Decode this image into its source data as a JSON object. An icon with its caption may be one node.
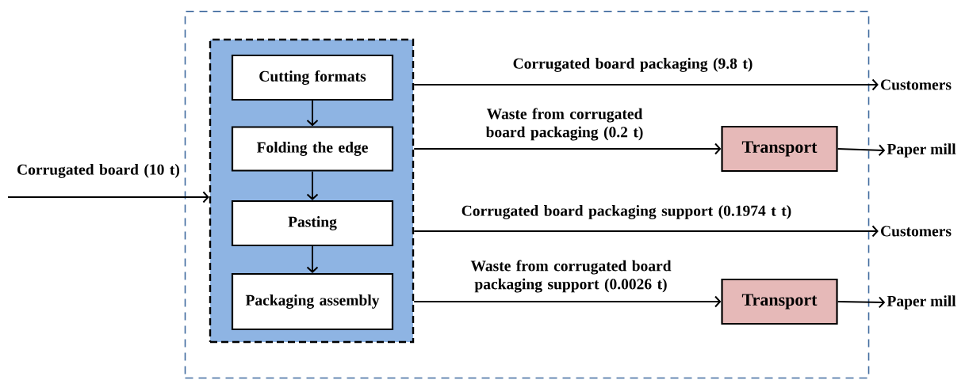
{
  "diagram": {
    "nodes": [
      {
        "text": [],
        "shape": "box"
      },
      {
        "text": [],
        "shape": "box",
        "in": 0
      },
      {
        "text": [
          "Cutting formats"
        ],
        "in": 1
      },
      {
        "text": [
          "Folding the edge"
        ],
        "in": 1
      },
      {
        "text": [
          "Pasting"
        ],
        "in": 1
      },
      {
        "text": [
          "Packaging assembly"
        ],
        "in": 1
      },
      {
        "text": [
          "Transport"
        ],
        "in": 0
      },
      {
        "text": [
          "Transport"
        ],
        "in": 0
      },
      {
        "text": [
          "Customers"
        ]
      },
      {
        "text": [
          "Paper mill"
        ]
      },
      {
        "text": [
          "Customers"
        ]
      },
      {
        "text": [
          "Paper mill"
        ]
      }
    ],
    "edges": [
      {
        "from": null,
        "to": 1,
        "arrow": "to",
        "label": "Corrugated board (10 t)"
      },
      {
        "from": 2,
        "to": 3,
        "arrow": "to"
      },
      {
        "from": 3,
        "to": 4,
        "arrow": "to"
      },
      {
        "from": 4,
        "to": 5,
        "arrow": "to"
      },
      {
        "from": 1,
        "to": 8,
        "arrow": "to",
        "label": "Corrugated board packaging (9.8 t)"
      },
      {
        "from": 1,
        "to": 6,
        "arrow": "to",
        "label": "Waste from corrugated board packaging (0.2 t)"
      },
      {
        "from": 6,
        "to": 9,
        "arrow": "to"
      },
      {
        "from": 1,
        "to": 10,
        "arrow": "to",
        "label": "Corrugated board packaging support  (0.1974 t t)"
      },
      {
        "from": 1,
        "to": 7,
        "arrow": "to",
        "label": "Waste from corrugated board packaging support (0.0026 t)"
      },
      {
        "from": 7,
        "to": 11,
        "arrow": "to"
      }
    ]
  }
}
